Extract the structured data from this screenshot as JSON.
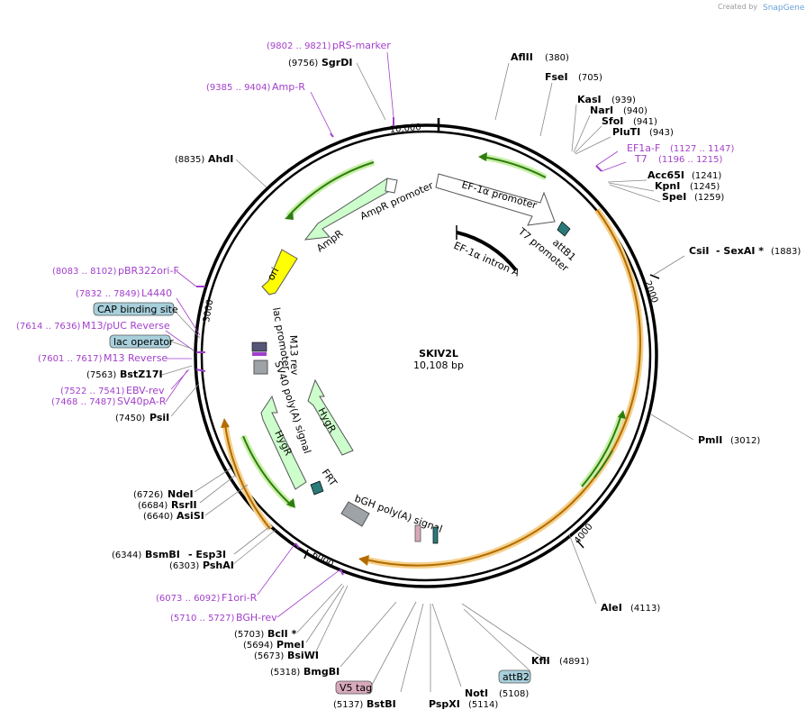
{
  "credit": {
    "created_by": "Created by",
    "brand": "SnapGene"
  },
  "plasmid": {
    "name": "SKIV2L",
    "size": "10,108 bp"
  },
  "ticks": [
    "2000",
    "4000",
    "6000",
    "3000",
    "10,000"
  ],
  "sites": [
    {
      "name": "AflII",
      "pos": "(380)"
    },
    {
      "name": "FseI",
      "pos": "(705)"
    },
    {
      "name": "KasI",
      "pos": "(939)"
    },
    {
      "name": "NarI",
      "pos": "(940)"
    },
    {
      "name": "SfoI",
      "pos": "(941)"
    },
    {
      "name": "PluTI",
      "pos": "(943)"
    },
    {
      "name": "Acc65I",
      "pos": "(1241)"
    },
    {
      "name": "KpnI",
      "pos": "(1245)"
    },
    {
      "name": "SpeI",
      "pos": "(1259)"
    },
    {
      "name": "CsiI",
      "name2": "- SexAI *",
      "pos": "(1883)"
    },
    {
      "name": "PmlI",
      "pos": "(3012)"
    },
    {
      "name": "AleI",
      "pos": "(4113)"
    },
    {
      "name": "KflI",
      "pos": "(4891)"
    },
    {
      "name": "NotI",
      "pos": "(5108)"
    },
    {
      "name": "PspXI",
      "pos": "(5114)"
    },
    {
      "name": "BstBI",
      "pos": "(5137)"
    },
    {
      "name": "BmgBI",
      "pos": "(5318)"
    },
    {
      "name": "BsiWI",
      "pos": "(5673)"
    },
    {
      "name": "PmeI",
      "pos": "(5694)"
    },
    {
      "name": "BclI *",
      "pos": "(5703)"
    },
    {
      "name": "PshAI",
      "pos": "(6303)"
    },
    {
      "name": "BsmBI",
      "name2": "- Esp3I",
      "pos": "(6344)"
    },
    {
      "name": "AsiSI",
      "pos": "(6640)"
    },
    {
      "name": "RsrII",
      "pos": "(6684)"
    },
    {
      "name": "NdeI",
      "pos": "(6726)"
    },
    {
      "name": "PsiI",
      "pos": "(7450)"
    },
    {
      "name": "BstZ17I",
      "pos": "(7563)"
    },
    {
      "name": "AhdI",
      "pos": "(8835)"
    },
    {
      "name": "SgrDI",
      "pos": "(9756)"
    }
  ],
  "primers": [
    {
      "name": "pRS-marker",
      "pos": "(9802 .. 9821)"
    },
    {
      "name": "Amp-R",
      "pos": "(9385 .. 9404)"
    },
    {
      "name": "EF1a-F",
      "pos": "(1127 .. 1147)"
    },
    {
      "name": "T7",
      "pos": "(1196 .. 1215)"
    },
    {
      "name": "pBR322ori-F",
      "pos": "(8083 .. 8102)"
    },
    {
      "name": "L4440",
      "pos": "(7832 .. 7849)"
    },
    {
      "name": "M13/pUC Reverse",
      "pos": "(7614 .. 7636)"
    },
    {
      "name": "M13 Reverse",
      "pos": "(7601 .. 7617)"
    },
    {
      "name": "EBV-rev",
      "pos": "(7522 .. 7541)"
    },
    {
      "name": "SV40pA-R",
      "pos": "(7468 .. 7487)"
    },
    {
      "name": "F1ori-R",
      "pos": "(6073 .. 6092)"
    },
    {
      "name": "BGH-rev",
      "pos": "(5710 .. 5727)"
    }
  ],
  "boxed": {
    "cap": "CAP binding site",
    "lac_operator": "lac operator",
    "v5": "V5 tag",
    "attB2": "attB2"
  },
  "features": {
    "ef1a_promoter": "EF-1α promoter",
    "ef1a_intron": "EF-1α intron A",
    "t7_promoter": "T7 promoter",
    "attB1": "attB1",
    "ampr_promoter": "AmpR promoter",
    "ampr": "AmpR",
    "ori": "ori",
    "lac_promoter": "lac promoter",
    "m13_rev": "M13 rev",
    "sv40": "SV40 poly(A) signal",
    "hygr": "HygR",
    "frt": "FRT",
    "bgh": "bGH poly(A) signal"
  },
  "colors": {
    "primer": "#a23fcb",
    "cds_fill": "#ccffcc",
    "cds_arrow": "#2e7d0e",
    "orf_orange": "#f5b041",
    "ori": "#ffff00",
    "blue_box": "#a8d0dc",
    "pink_box": "#d8a8bb"
  }
}
